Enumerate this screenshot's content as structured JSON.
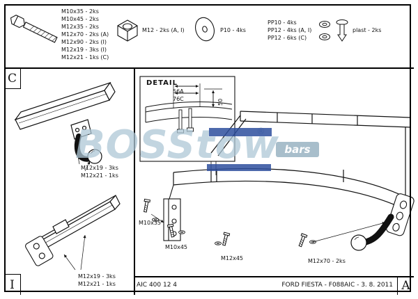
{
  "header": {
    "bolt_items": [
      "M10x35 - 2ks",
      "M10x45 - 2ks",
      "M12x35 - 2ks",
      "M12x70 - 2ks (A)",
      "M12x90 - 2ks (I)",
      "M12x19 - 3ks (I)",
      "M12x21 - 1ks (C)"
    ],
    "nut_label": "M12 - 2ks (A, I)",
    "washer_label": "P10 - 4ks",
    "spring_items": [
      "PP10 - 4ks",
      "PP12 - 4ks (A, I)",
      "PP12 - 6ks (C)"
    ],
    "plastic_label": "plast - 2ks"
  },
  "markers": {
    "top_left": "C",
    "bottom_left": "I",
    "bottom_right": "A"
  },
  "section_c": {
    "label_1": "M12x19 - 3ks",
    "label_2": "M12x21 - 1ks"
  },
  "section_i": {
    "label_1": "M12x19 - 3ks",
    "label_2": "M12x21 - 1ks"
  },
  "detail": {
    "title": "DETAIL",
    "dim_a": "56A",
    "dim_c": "76C",
    "dim_height": "50"
  },
  "assembly": {
    "bolt_1": "M10x35",
    "bolt_2": "M10x45",
    "bolt_3": "M12x45",
    "bolt_4": "M12x70 - 2ks"
  },
  "footer": {
    "drawing_code": "AIC 400 12 4",
    "vehicle_title": "FORD FIESTA - F088AIC - 3. 8. 2011"
  },
  "watermark": {
    "brand": "BOSStow",
    "reg": "®",
    "badge": "bars"
  },
  "colors": {
    "line": "#111111",
    "watermark": "#aec7d6",
    "bar_blue": "#2e4f9e",
    "badge_bg": "#9fb8c6"
  }
}
